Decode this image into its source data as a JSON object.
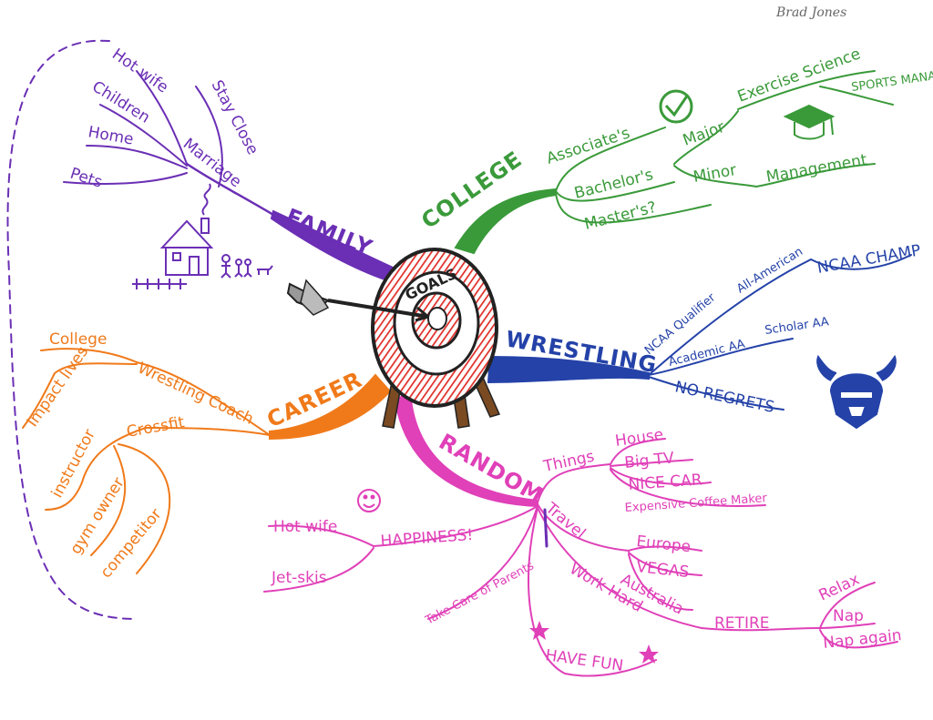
{
  "author": "Brad Jones",
  "colors": {
    "family": "#6b2fb5",
    "college": "#3a9a3a",
    "wrestling": "#2442a8",
    "career": "#f07a1a",
    "random": "#e040b8",
    "target_red": "#e0302a",
    "ink": "#222222"
  },
  "center": {
    "label": "GOALS",
    "icon": "target-with-arrow-icon"
  },
  "branches": {
    "family": {
      "label": "FAMILY",
      "marriage": "Marriage",
      "stay_close": "Stay Close",
      "marriage_items": [
        "Hot wife",
        "Children",
        "Home",
        "Pets"
      ],
      "icon": "house-and-family-icon"
    },
    "college": {
      "label": "COLLEGE",
      "degrees": [
        "Associate's",
        "Bachelor's",
        "Master's?"
      ],
      "major": "Major",
      "minor": "Minor",
      "major_options": [
        "Exercise Science",
        "SPORTS MANAGEMENT"
      ],
      "minor_option": "Management",
      "icons": [
        "checkmark-icon",
        "graduation-cap-icon"
      ]
    },
    "wrestling": {
      "label": "WRESTLING",
      "qualifier": "NCAA Qualifier",
      "all_american": "All-American",
      "champ": "NCAA CHAMP",
      "academic": "Academic AA",
      "scholar": "Scholar AA",
      "no_regrets": "NO REGRETS",
      "icon": "viking-helmet-icon"
    },
    "career": {
      "label": "CAREER",
      "coach": "Wrestling Coach",
      "coach_items": [
        "College",
        "Impact lives"
      ],
      "crossfit": "Crossfit",
      "crossfit_items": [
        "instructor",
        "gym owner",
        "competitor"
      ]
    },
    "random": {
      "label": "RANDOM",
      "things": "Things",
      "things_items": [
        "House",
        "Big TV",
        "NICE CAR",
        "Expensive Coffee Maker"
      ],
      "travel": "Travel",
      "travel_items": [
        "Europe",
        "VEGAS",
        "Australia"
      ],
      "happiness": "HAPPINESS!",
      "happiness_items": [
        "Hot wife",
        "Jet-skis"
      ],
      "parents": "Take Care of Parents",
      "work_hard": "Work Hard",
      "retire": "RETIRE",
      "retire_items": [
        "Relax",
        "Nap",
        "Nap again"
      ],
      "have_fun": "HAVE FUN",
      "icons": [
        "smiley-icon",
        "star-icon"
      ]
    }
  }
}
